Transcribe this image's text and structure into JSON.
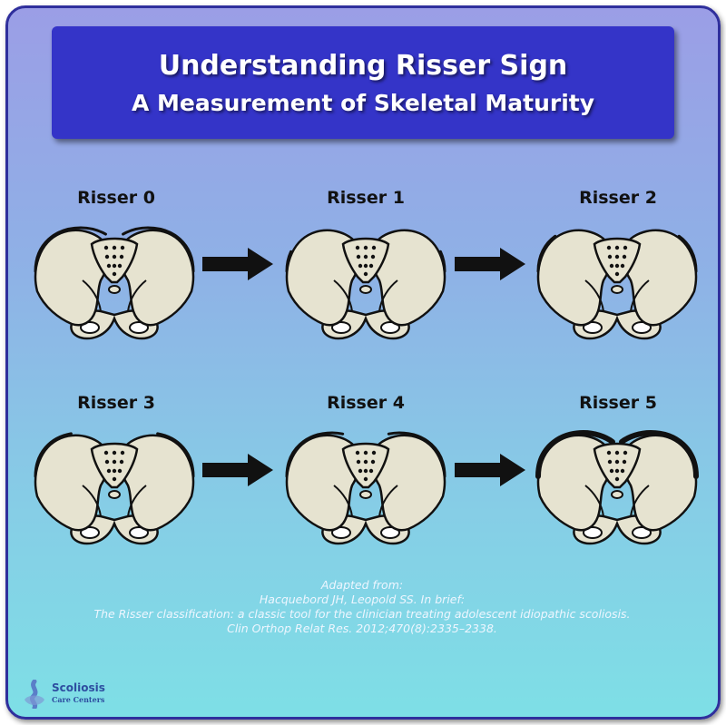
{
  "title": "Understanding Risser Sign",
  "subtitle": "A Measurement of Skeletal Maturity",
  "stages": [
    {
      "label": "Risser 0",
      "ossification": 0
    },
    {
      "label": "Risser 1",
      "ossification": 1
    },
    {
      "label": "Risser 2",
      "ossification": 2
    },
    {
      "label": "Risser 3",
      "ossification": 3
    },
    {
      "label": "Risser 4",
      "ossification": 4
    },
    {
      "label": "Risser 5",
      "ossification": 5
    }
  ],
  "citation": {
    "line1": "Adapted from:",
    "line2": "Hacquebord JH, Leopold SS. In brief:",
    "line3": "The Risser classification: a classic tool for the clinician treating adolescent idiopathic scoliosis.",
    "line4": "Clin Orthop Relat Res. 2012;470(8):2335–2338."
  },
  "logo": {
    "name": "Scoliosis",
    "tagline": "Care Centers"
  },
  "colors": {
    "banner": "#3434c8",
    "bone": "#e6e3d0",
    "outline": "#111111",
    "frame_border": "#2f2f9c"
  }
}
